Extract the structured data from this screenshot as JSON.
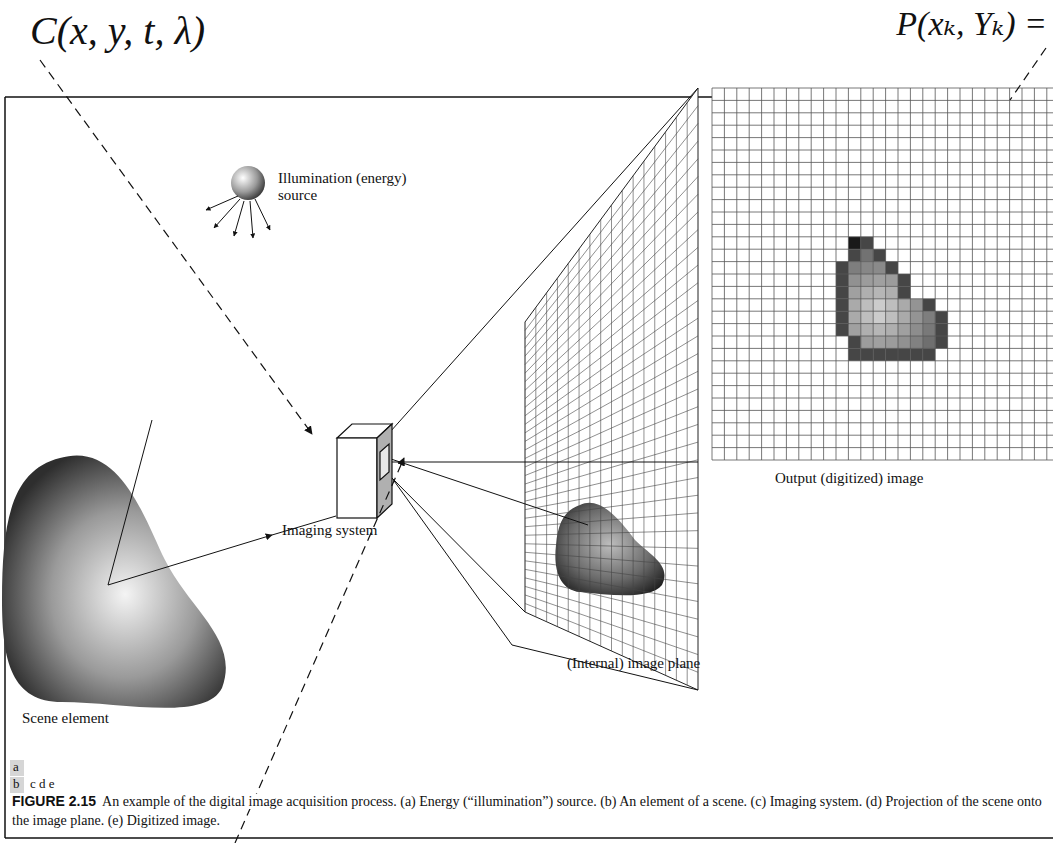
{
  "diagram": {
    "caption": "An example of the digital image acquisition process. (a) Energy (“illumination”) source. (b) An element of a scene. (c) Imaging system. (d) Projection of the scene onto the image plane. (e) Digitized image.",
    "labels": [
      "C(x, y, t, λ)",
      "P(xₖ, Yₖ) =",
      "Illumination (energy) source",
      "Output (digitized) image",
      "Imaging system",
      "Scene element",
      "(Internal) image plane",
      "a",
      "b",
      "c d e",
      "FIGURE 2.15"
    ]
  }
}
